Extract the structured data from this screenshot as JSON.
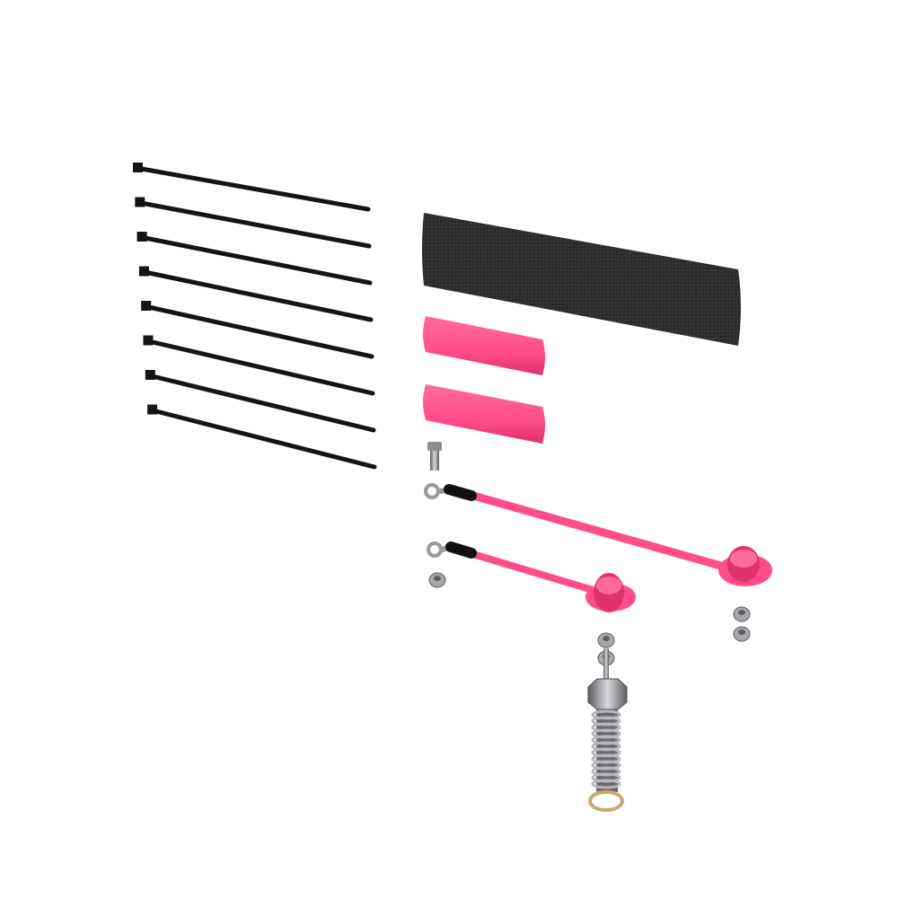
{
  "scene": {
    "background": "#ffffff",
    "colors": {
      "cable_tie": "#141414",
      "sleeve": "#2b2b2b",
      "pink": "#ff4d8a",
      "pink_dark": "#e0306e",
      "metal": "#a8a8ac",
      "metal_dark": "#5e5e62",
      "crimp": "#111111",
      "washer": "#c8a878"
    },
    "items": {
      "cable_ties": 8,
      "black_sleeve": 1,
      "pink_heat_shrink_tubes": 2,
      "pink_battery_cables": 2,
      "bolt": 1,
      "nuts": 5,
      "valve_spring_assembly": 1,
      "washer": 1
    }
  }
}
